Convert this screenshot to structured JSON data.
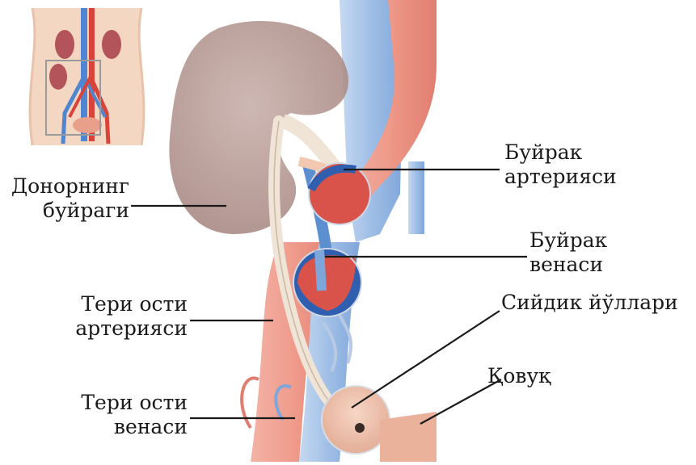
{
  "labels": {
    "donor_kidney": [
      "Донорнинг",
      "буйраги"
    ],
    "renal_artery": [
      "Буйрак",
      "артерияси"
    ],
    "renal_vein": [
      "Буйрак",
      "венаси"
    ],
    "iliac_artery": [
      "Тери ости",
      "артерияси"
    ],
    "urinary_tract": [
      "Сийдик йўллари"
    ],
    "bladder": [
      "Қовуқ"
    ],
    "iliac_vein": [
      "Тери ости",
      "венаси"
    ]
  },
  "colors": {
    "artery": "#d9534a",
    "artery_light": "#ef9a8a",
    "vein": "#5b8fd0",
    "vein_light": "#a9c6ec",
    "kidney": "#b79a95",
    "ureter": "#efe4d6",
    "skin": "#f3d9c8"
  }
}
